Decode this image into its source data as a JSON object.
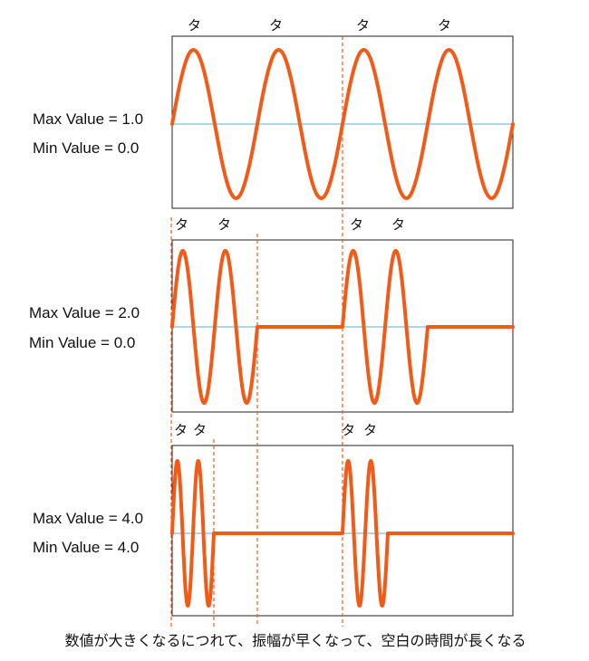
{
  "colors": {
    "wave": "#f25a17",
    "baseline": "#7fbfd4",
    "frame": "#222222",
    "guide": "#f25a17"
  },
  "panels": [
    {
      "max_label": "Max Value = 1.0",
      "min_label": "Min Value = 0.0",
      "markers": [
        "タ",
        "タ",
        "タ",
        "タ"
      ],
      "bursts": 1,
      "peaks_per_burst": 4
    },
    {
      "max_label": "Max Value = 2.0",
      "min_label": "Min Value = 0.0",
      "markers": [
        "タ",
        "タ",
        "タ",
        "タ"
      ],
      "bursts": 2,
      "peaks_per_burst": 2
    },
    {
      "max_label": "Max Value = 4.0",
      "min_label": "Min Value = 4.0",
      "markers": [
        "タ",
        "タ",
        "タ",
        "タ"
      ],
      "bursts": 2,
      "peaks_per_burst": 2
    }
  ],
  "caption": "数値が大きくなるにつれて、振幅が早くなって、空白の時間が長くなる"
}
